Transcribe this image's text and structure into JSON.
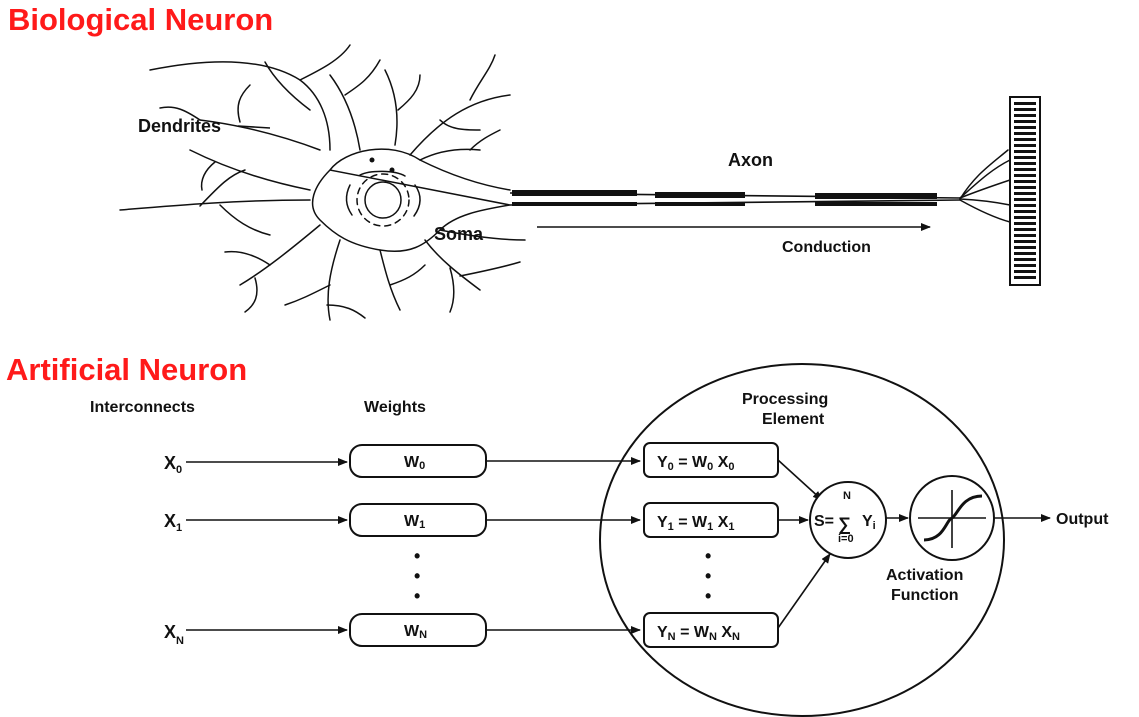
{
  "biological": {
    "title": "Biological Neuron",
    "labels": {
      "dendrites": "Dendrites",
      "axon": "Axon",
      "soma": "Soma",
      "conduction": "Conduction"
    }
  },
  "artificial": {
    "title": "Artificial Neuron",
    "headers": {
      "interconnects": "Interconnects",
      "weights": "Weights",
      "processing_line1": "Processing",
      "processing_line2": "Element"
    },
    "inputs": [
      {
        "base": "X",
        "sub": "0"
      },
      {
        "base": "X",
        "sub": "1"
      },
      {
        "base": "X",
        "sub": "N"
      }
    ],
    "weights": [
      {
        "base": "W",
        "sub": "0"
      },
      {
        "base": "W",
        "sub": "1"
      },
      {
        "base": "W",
        "sub": "N"
      }
    ],
    "products": [
      {
        "y": "Y",
        "ys": "0",
        "eq": " = ",
        "w": "W",
        "ws": "0",
        "x": "X",
        "xs": "0"
      },
      {
        "y": "Y",
        "ys": "1",
        "eq": " = ",
        "w": "W",
        "ws": "1",
        "x": "X",
        "xs": "1"
      },
      {
        "y": "Y",
        "ys": "N",
        "eq": " = ",
        "w": "W",
        "ws": "N",
        "x": "X",
        "xs": "N"
      }
    ],
    "summation": {
      "lhs": "S=",
      "sigma": "∑",
      "upper": "N",
      "lower": "i=0",
      "term": "Y",
      "term_sub": "i"
    },
    "activation_line1": "Activation",
    "activation_line2": "Function",
    "output": "Output",
    "ellipsis_dot": "•"
  }
}
